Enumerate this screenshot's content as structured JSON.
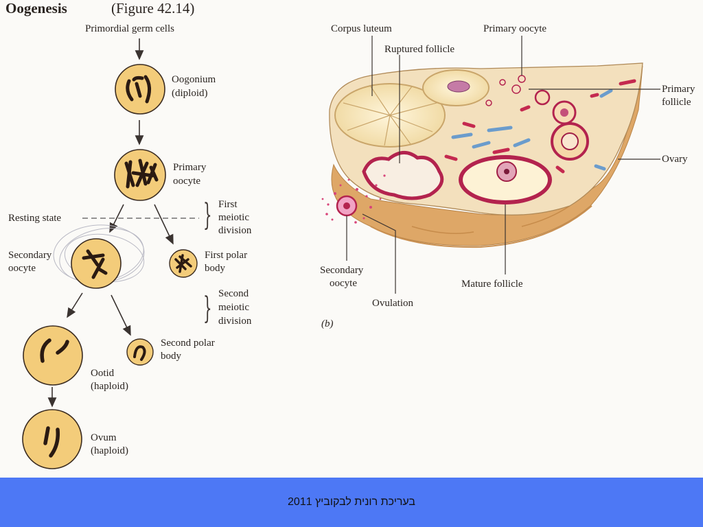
{
  "left": {
    "title": "Oogenesis",
    "figure_ref": "(Figure 42.14)",
    "primordial": "Primordial germ cells",
    "oogonium": [
      "Oogonium",
      "(diploid)"
    ],
    "primary_oocyte": [
      "Primary",
      "oocyte"
    ],
    "resting_state": "Resting state",
    "first_meiotic": [
      "First",
      "meiotic",
      "division"
    ],
    "secondary_oocyte": [
      "Secondary",
      "oocyte"
    ],
    "first_polar": [
      "First polar",
      "body"
    ],
    "second_meiotic": [
      "Second",
      "meiotic",
      "division"
    ],
    "second_polar": [
      "Second polar",
      "body"
    ],
    "ootid": [
      "Ootid",
      "(haploid)"
    ],
    "ovum": [
      "Ovum",
      "(haploid)"
    ]
  },
  "right": {
    "corpus_luteum": "Corpus luteum",
    "ruptured_follicle": "Ruptured follicle",
    "primary_oocyte": "Primary oocyte",
    "primary_follicle": [
      "Primary",
      "follicle"
    ],
    "ovary": "Ovary",
    "secondary_oocyte": [
      "Secondary",
      "oocyte"
    ],
    "ovulation": "Ovulation",
    "mature_follicle": "Mature follicle",
    "panel_label": "(b)"
  },
  "footer": {
    "text": "בעריכת רונית לבקוביץ 2011"
  },
  "colors": {
    "cell_fill": "#f3cc7a",
    "chromosome": "#2a1a12",
    "footer": "#4d78f5",
    "ovary_tissue": "#efd3a3"
  }
}
